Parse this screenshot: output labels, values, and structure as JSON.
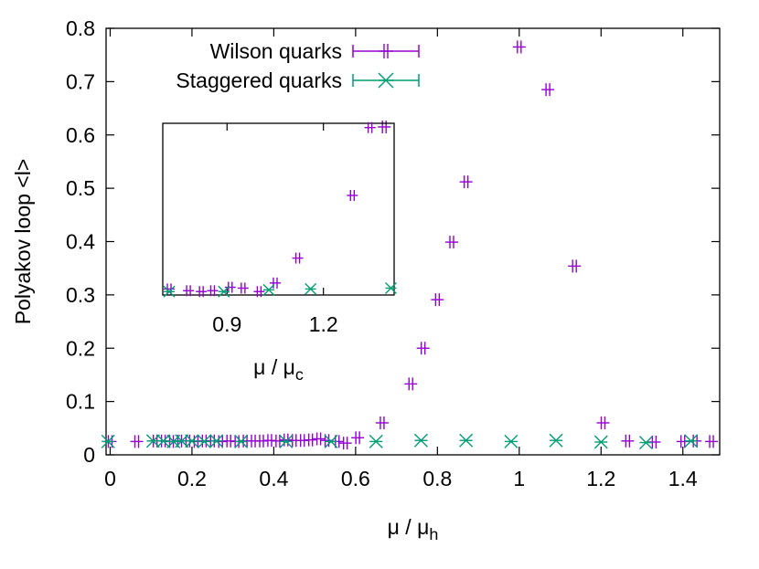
{
  "chart_data": [
    {
      "type": "scatter",
      "xlabel_main": "μ / μ",
      "xlabel_sub": "h",
      "ylabel": "Polyakov loop <l>",
      "xlim": [
        -0.01,
        1.49
      ],
      "ylim": [
        0,
        0.8
      ],
      "xticks": [
        0,
        0.2,
        0.4,
        0.6,
        0.8,
        1,
        1.2,
        1.4
      ],
      "yticks": [
        0,
        0.1,
        0.2,
        0.3,
        0.4,
        0.5,
        0.6,
        0.7,
        0.8
      ],
      "grid": false,
      "legend_position": "top-center",
      "series": [
        {
          "name": "Wilson quarks",
          "color": "#9400d3",
          "marker": "plus",
          "points": [
            [
              0.0,
              0.025
            ],
            [
              0.065,
              0.025
            ],
            [
              0.11,
              0.026
            ],
            [
              0.13,
              0.026
            ],
            [
              0.15,
              0.025
            ],
            [
              0.17,
              0.026
            ],
            [
              0.19,
              0.026
            ],
            [
              0.21,
              0.025
            ],
            [
              0.23,
              0.026
            ],
            [
              0.25,
              0.026
            ],
            [
              0.27,
              0.025
            ],
            [
              0.29,
              0.026
            ],
            [
              0.31,
              0.025
            ],
            [
              0.33,
              0.026
            ],
            [
              0.35,
              0.026
            ],
            [
              0.37,
              0.026
            ],
            [
              0.39,
              0.027
            ],
            [
              0.41,
              0.026
            ],
            [
              0.43,
              0.028
            ],
            [
              0.45,
              0.027
            ],
            [
              0.47,
              0.027
            ],
            [
              0.49,
              0.028
            ],
            [
              0.51,
              0.03
            ],
            [
              0.53,
              0.027
            ],
            [
              0.555,
              0.025
            ],
            [
              0.575,
              0.022
            ],
            [
              0.605,
              0.032
            ],
            [
              0.665,
              0.06
            ],
            [
              0.735,
              0.133
            ],
            [
              0.765,
              0.2
            ],
            [
              0.8,
              0.291
            ],
            [
              0.835,
              0.399
            ],
            [
              0.87,
              0.512
            ],
            [
              0.67,
              0.615
            ],
            [
              1.0,
              0.765
            ],
            [
              1.07,
              0.685
            ],
            [
              1.135,
              0.354
            ],
            [
              1.205,
              0.06
            ],
            [
              1.265,
              0.026
            ],
            [
              1.33,
              0.024
            ],
            [
              1.4,
              0.025
            ],
            [
              1.43,
              0.026
            ],
            [
              1.47,
              0.025
            ]
          ]
        },
        {
          "name": "Staggered quarks",
          "color": "#009e73",
          "marker": "cross",
          "points": [
            [
              -0.005,
              0.025
            ],
            [
              0.105,
              0.026
            ],
            [
              0.13,
              0.026
            ],
            [
              0.155,
              0.025
            ],
            [
              0.175,
              0.026
            ],
            [
              0.2,
              0.026
            ],
            [
              0.23,
              0.025
            ],
            [
              0.26,
              0.026
            ],
            [
              0.32,
              0.025
            ],
            [
              0.43,
              0.025
            ],
            [
              0.54,
              0.025
            ],
            [
              0.65,
              0.025
            ],
            [
              0.76,
              0.027
            ],
            [
              0.87,
              0.027
            ],
            [
              0.98,
              0.025
            ],
            [
              1.09,
              0.027
            ],
            [
              1.2,
              0.024
            ],
            [
              1.31,
              0.023
            ],
            [
              1.42,
              0.026
            ]
          ]
        }
      ]
    },
    {
      "type": "scatter",
      "xlabel_main": "μ / μ",
      "xlabel_sub": "c",
      "ylabel": "",
      "xlim": [
        0.7,
        1.42
      ],
      "ylim": [
        0,
        1
      ],
      "xticks": [
        0.9,
        1.2
      ],
      "yticks": [],
      "grid": false,
      "series": [
        {
          "name": "",
          "color": "#9400d3",
          "marker": "plus",
          "points": [
            [
              0.72,
              0.035
            ],
            [
              0.78,
              0.025
            ],
            [
              0.82,
              0.02
            ],
            [
              0.855,
              0.025
            ],
            [
              0.91,
              0.045
            ],
            [
              0.95,
              0.04
            ],
            [
              1.0,
              0.02
            ],
            [
              1.05,
              0.07
            ],
            [
              1.12,
              0.215
            ],
            [
              1.29,
              0.58
            ],
            [
              1.345,
              0.975
            ]
          ]
        },
        {
          "name": "",
          "color": "#009e73",
          "marker": "cross",
          "points": [
            [
              0.72,
              0.02
            ],
            [
              0.89,
              0.02
            ],
            [
              1.03,
              0.03
            ],
            [
              1.16,
              0.035
            ],
            [
              1.41,
              0.04
            ]
          ]
        }
      ]
    }
  ]
}
